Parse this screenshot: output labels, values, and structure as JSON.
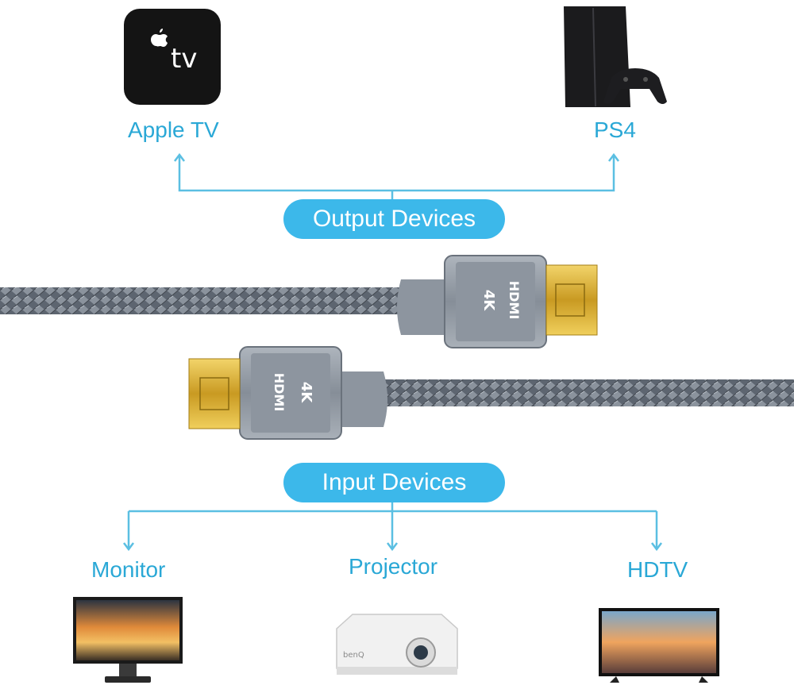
{
  "output_group": {
    "label": "Output Devices",
    "devices": [
      {
        "label": "Apple TV",
        "icon": "apple-tv-icon",
        "logo_text": "tv"
      },
      {
        "label": "PS4",
        "icon": "ps4-console-icon"
      }
    ]
  },
  "input_group": {
    "label": "Input Devices",
    "devices": [
      {
        "label": "Monitor",
        "icon": "monitor-icon"
      },
      {
        "label": "Projector",
        "icon": "projector-icon",
        "brand_text": "benQ"
      },
      {
        "label": "HDTV",
        "icon": "hdtv-icon"
      }
    ]
  },
  "cable": {
    "connector_brand": "HDMI",
    "resolution_badge": "4K"
  },
  "colors": {
    "accent": "#3cb8ea",
    "label_text": "#2aa8d6",
    "connector_line": "#5bbfe2",
    "braid": "#6c7480",
    "housing": "#8e969f",
    "gold": "#d9b23a"
  }
}
